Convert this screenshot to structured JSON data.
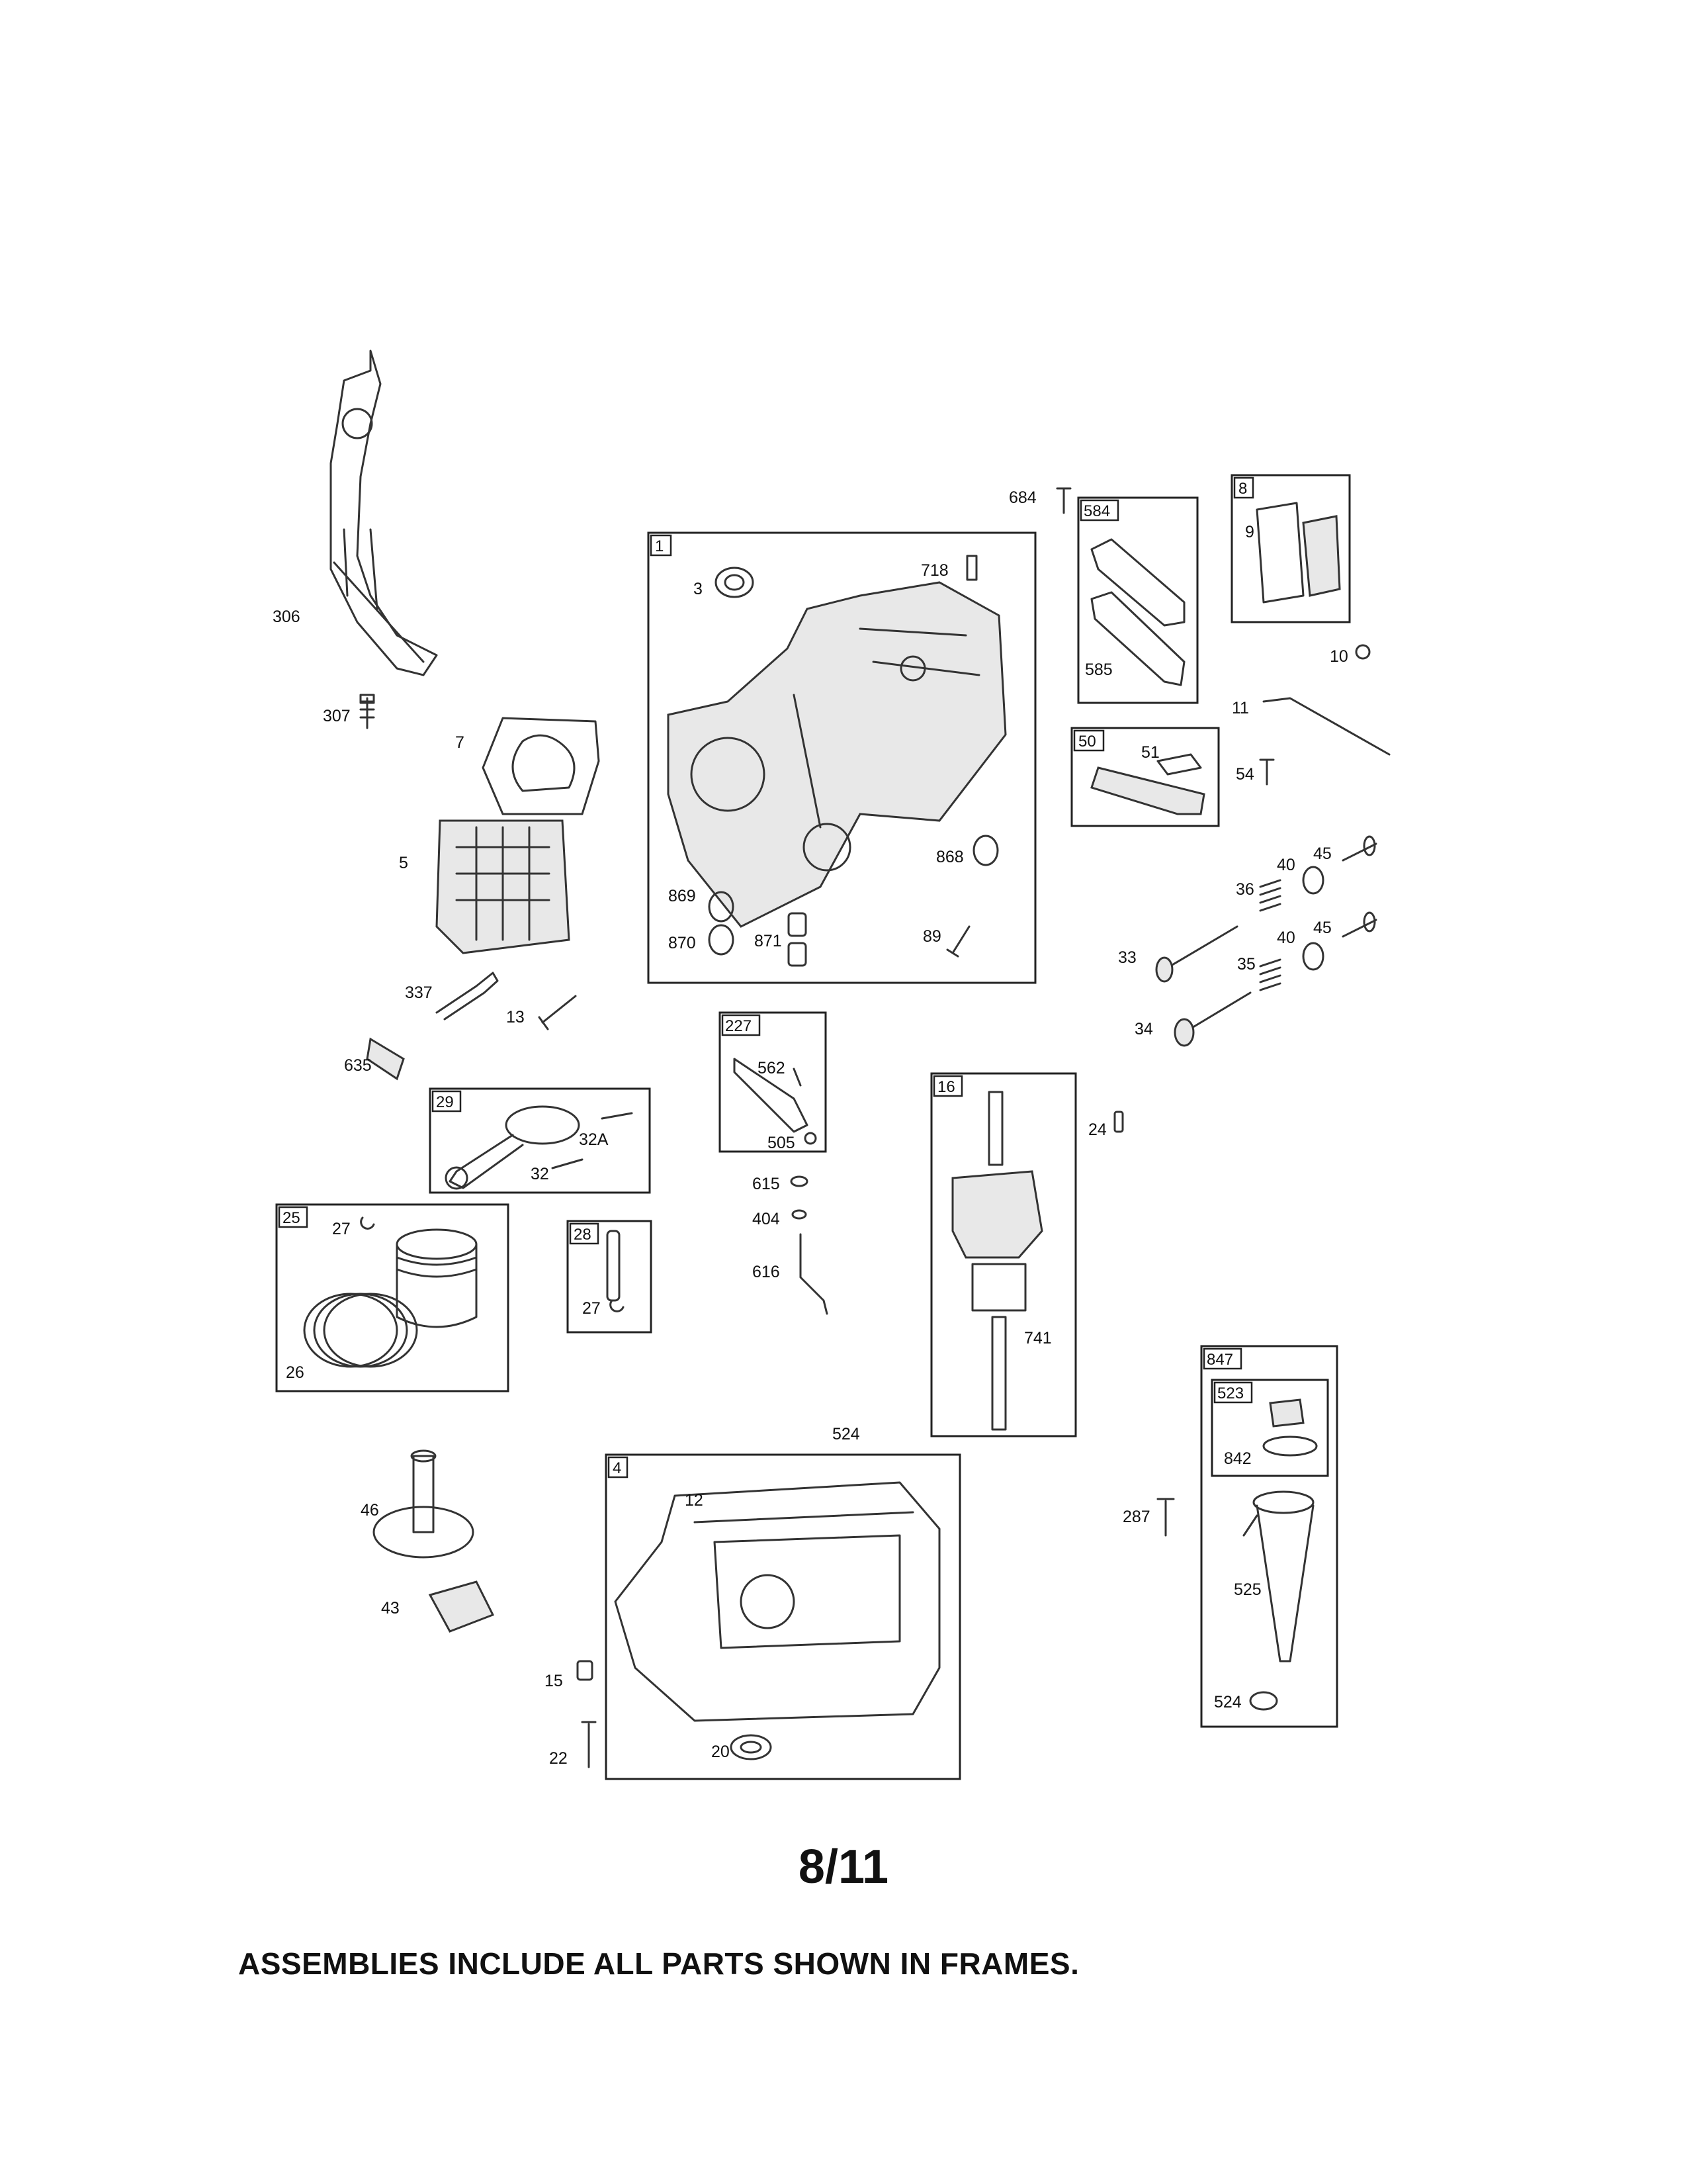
{
  "page_number": "8/11",
  "footer_note": "ASSEMBLIES INCLUDE ALL PARTS SHOWN IN FRAMES.",
  "frames": {
    "f1": "1",
    "f584": "584",
    "f8": "8",
    "f50": "50",
    "f227": "227",
    "f29": "29",
    "f25": "25",
    "f28": "28",
    "f16": "16",
    "f4": "4",
    "f847": "847",
    "f523": "523"
  },
  "labels": {
    "l684": "684",
    "l718": "718",
    "l3": "3",
    "l306": "306",
    "l307": "307",
    "l9": "9",
    "l585": "585",
    "l10": "10",
    "l11": "11",
    "l51": "51",
    "l54": "54",
    "l7": "7",
    "l5": "5",
    "l868": "868",
    "l869": "869",
    "l870": "870",
    "l871": "871",
    "l89": "89",
    "l45a": "45",
    "l40a": "40",
    "l36": "36",
    "l45b": "45",
    "l40b": "40",
    "l35": "35",
    "l33": "33",
    "l34": "34",
    "l337": "337",
    "l13": "13",
    "l635": "635",
    "l562": "562",
    "l505": "505",
    "l24": "24",
    "l32a": "32A",
    "l32": "32",
    "l615": "615",
    "l404": "404",
    "l616": "616",
    "l27a": "27",
    "l27b": "27",
    "l26": "26",
    "l741": "741",
    "l524a": "524",
    "l842": "842",
    "l46": "46",
    "l12": "12",
    "l287": "287",
    "l525": "525",
    "l43": "43",
    "l15": "15",
    "l524b": "524",
    "l22": "22",
    "l20": "20"
  }
}
